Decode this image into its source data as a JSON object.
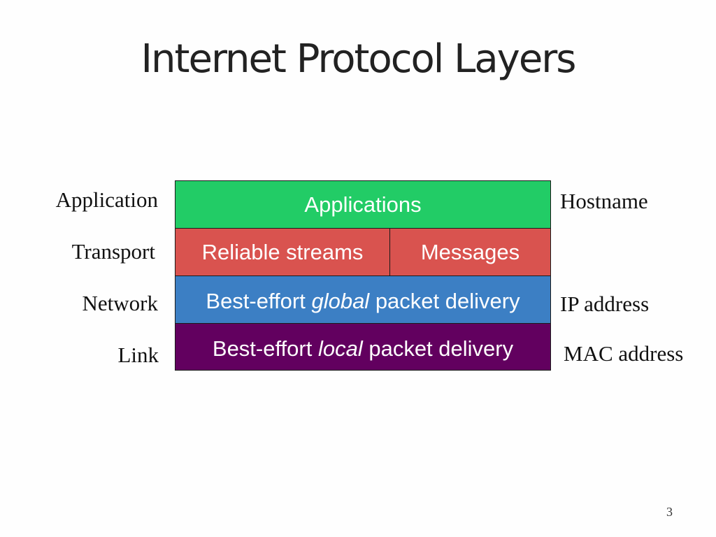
{
  "title": "Internet Protocol Layers",
  "layers": [
    {
      "label": "Application",
      "identifier": "Hostname"
    },
    {
      "label": "Transport",
      "identifier": ""
    },
    {
      "label": "Network",
      "identifier": "IP address"
    },
    {
      "label": "Link",
      "identifier": "MAC address"
    }
  ],
  "stack": {
    "applications": {
      "text": "Applications",
      "color": "#22cc66"
    },
    "reliable_streams": {
      "text": "Reliable streams",
      "color": "#d9534f"
    },
    "messages": {
      "text": "Messages",
      "color": "#d9534f"
    },
    "network_box": {
      "pre": "Best-effort ",
      "emph": "global",
      "post": " packet delivery",
      "color": "#3c7fc4"
    },
    "link_box": {
      "pre": "Best-effort ",
      "emph": "local",
      "post": " packet delivery",
      "color": "#62005f"
    }
  },
  "page_number": "3"
}
